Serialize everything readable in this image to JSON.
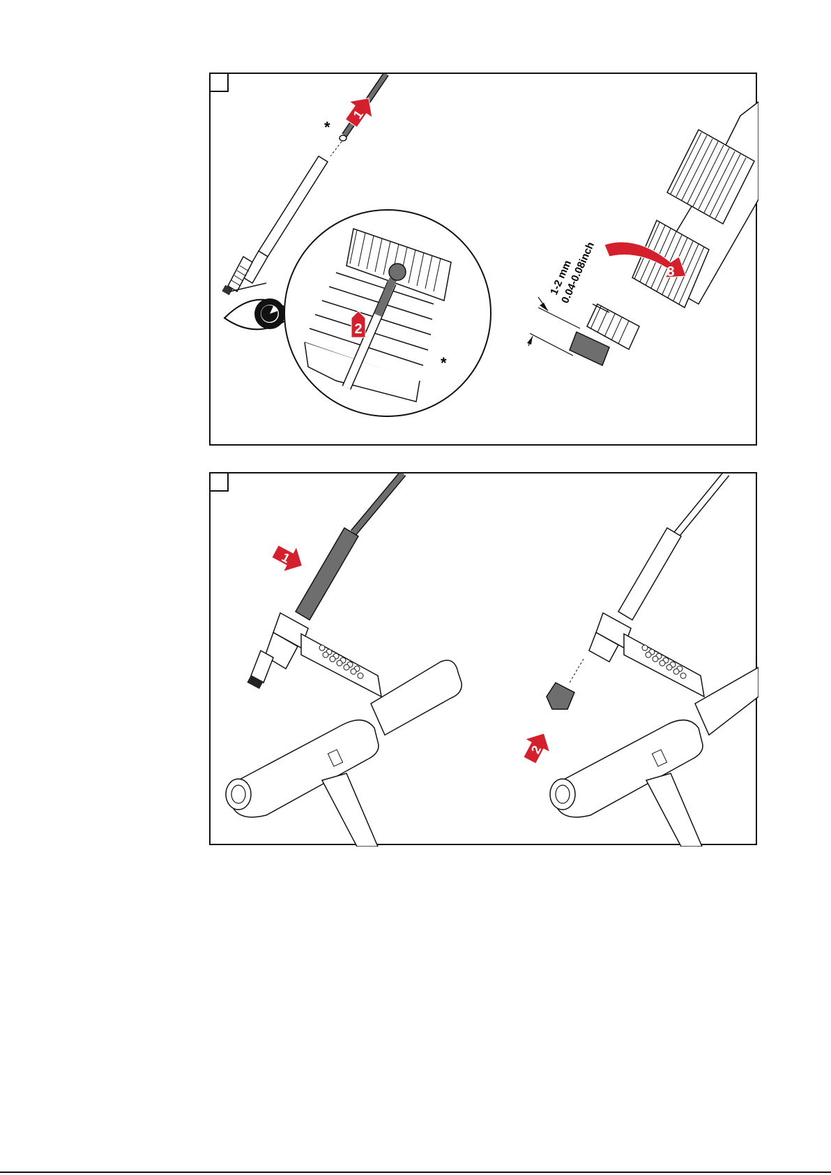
{
  "panel1": {
    "asterisk_top": "*",
    "asterisk_detail": "*",
    "dimension_mm": "1-2 mm",
    "dimension_inch": "0.04-0.08inch",
    "badges": [
      "1",
      "2",
      "3"
    ],
    "icons": [
      "eye-icon",
      "red-arrow-1",
      "red-arrow-3",
      "dimension-arrow"
    ]
  },
  "panel2": {
    "badges": [
      "1",
      "2"
    ],
    "icons": [
      "red-arrow-1",
      "red-arrow-2"
    ]
  },
  "colors": {
    "accent_red": "#d4202c",
    "line": "#111111",
    "gray": "#6e6e6e"
  },
  "footer": {
    "corner_text": ""
  }
}
